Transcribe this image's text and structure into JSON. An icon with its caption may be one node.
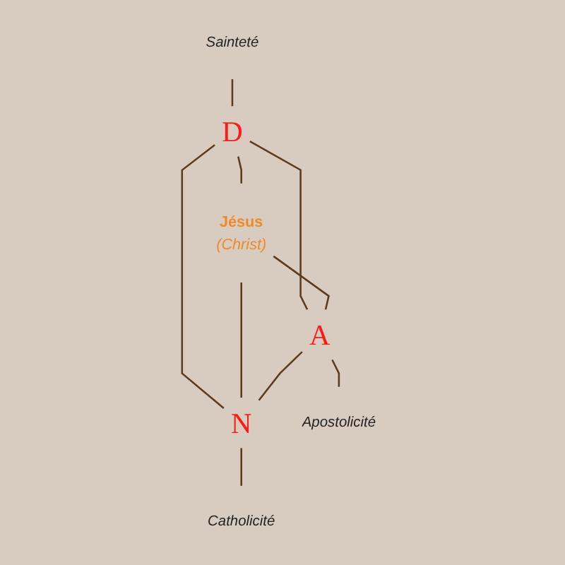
{
  "diagram": {
    "nodes": [
      {
        "text": [
          "Sainteté"
        ]
      },
      {
        "text": [
          "D"
        ]
      },
      {
        "text": [
          "Jésus",
          "(Christ)"
        ]
      },
      {
        "text": [
          "A"
        ]
      },
      {
        "text": [
          "N"
        ]
      },
      {
        "text": [
          "Apostolicité"
        ]
      },
      {
        "text": [
          "Catholicité"
        ]
      }
    ],
    "edges": [
      {
        "from": 0,
        "to": 1,
        "arrow": "none"
      },
      {
        "from": 1,
        "to": 2,
        "arrow": "none"
      },
      {
        "from": 1,
        "to": 3,
        "arrow": "none"
      },
      {
        "from": 1,
        "to": 4,
        "arrow": "none"
      },
      {
        "from": 2,
        "to": 3,
        "arrow": "none"
      },
      {
        "from": 2,
        "to": 4,
        "arrow": "none"
      },
      {
        "from": 3,
        "to": 4,
        "arrow": "none"
      },
      {
        "from": 3,
        "to": 5,
        "arrow": "none"
      },
      {
        "from": 4,
        "to": 6,
        "arrow": "none"
      }
    ]
  }
}
